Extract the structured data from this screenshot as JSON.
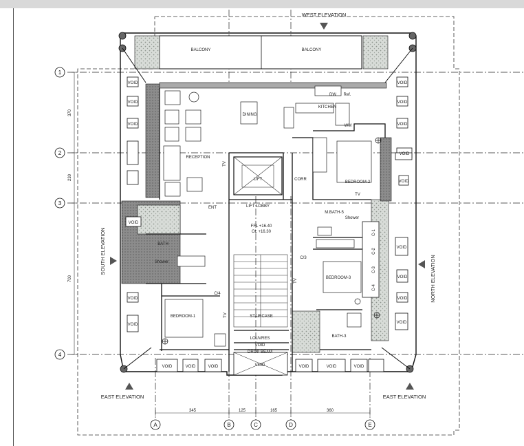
{
  "elevations": {
    "west": "WEST ELEVATION",
    "south": "SOUTH ELEVATION",
    "north": "NORTH ELEVATION",
    "east_left": "EAST ELEVATION",
    "east_right": "EAST ELEVATION"
  },
  "grid": {
    "rows": [
      "1",
      "2",
      "3",
      "4"
    ],
    "cols": [
      "A",
      "B",
      "C",
      "D",
      "E"
    ],
    "row_dims": [
      "370",
      "230",
      "700"
    ],
    "col_dims": [
      "345",
      "125",
      "165",
      "360"
    ]
  },
  "rooms": {
    "balcony_left": "BALCONY",
    "balcony_right": "BALCONY",
    "dining": "DINING",
    "kitchen": "KITCHEN",
    "reception": "RECEPTION",
    "lift": "LIFT",
    "corr": "CORR",
    "bedroom2": "BEDROOM-2",
    "ent": "ENT",
    "lift_lobby": "LIFT LOBBY",
    "mbath": "M.BATH-5",
    "bath": "BATH",
    "bedroom3": "BEDROOM-3",
    "bedroom1": "BEDROOM-1",
    "staircase": "STAIRCASE",
    "bath3": "BATH-3",
    "louvres": "LOUVRES",
    "void_stair": "VOID",
    "drop_beam": "DROP BEAM",
    "void_bottom": "VOID"
  },
  "fixtures": {
    "dw": "DW",
    "ref": "Ref.",
    "wm": "WM",
    "tv_1": "TV",
    "tv_2": "TV",
    "tv_3": "TV",
    "tv_4": "TV",
    "c3": "C/3",
    "c4": "C/4",
    "ffl": "FFL +16.40",
    "ol": "OL +16.30",
    "shower": "Shower",
    "c1": "C-1",
    "c2": "C-2",
    "c3v": "C-3",
    "c4v": "C-4"
  },
  "voids": {
    "label": "VOID"
  }
}
